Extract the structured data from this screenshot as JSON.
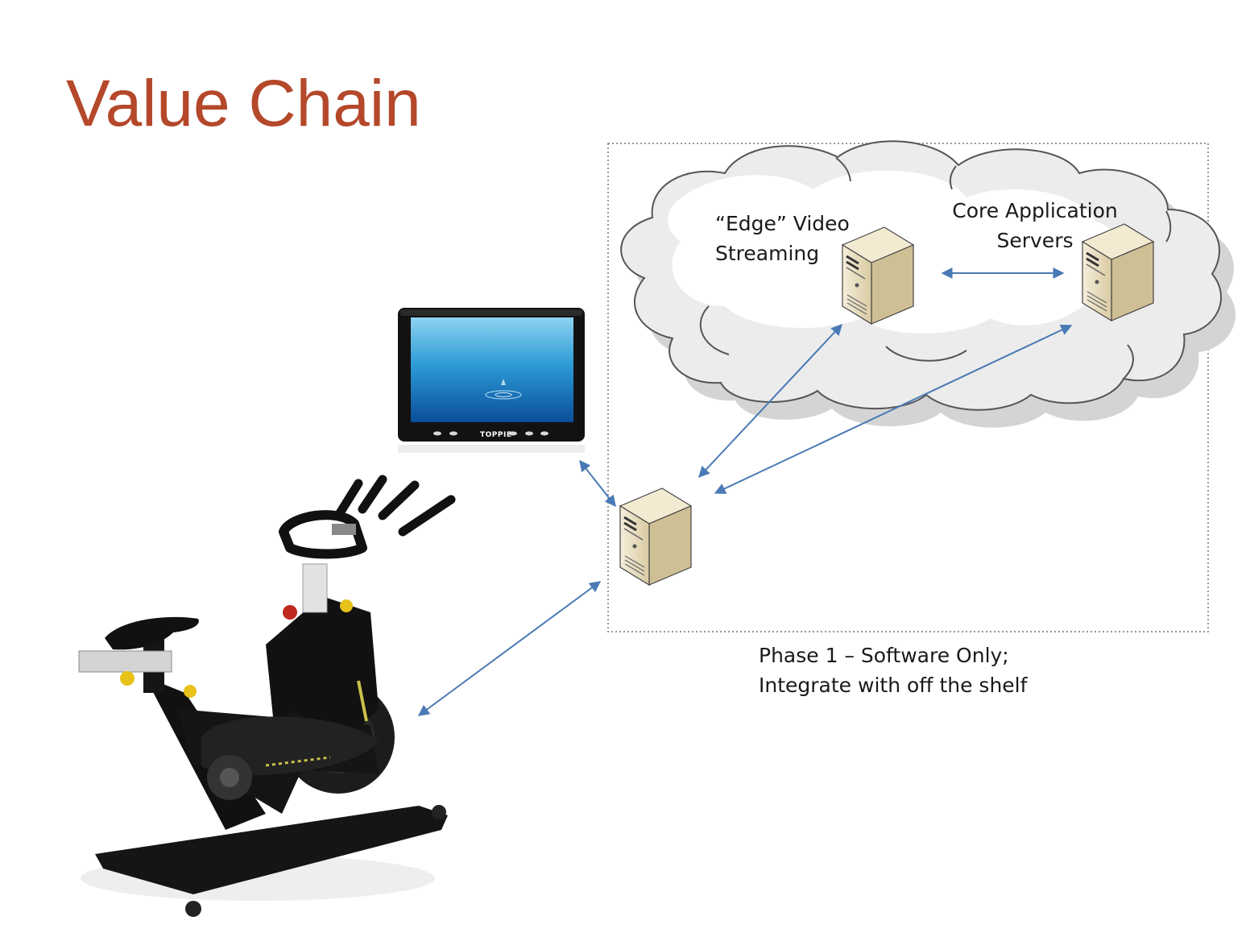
{
  "slide": {
    "title": "Value Chain",
    "title_color": "#b4482a"
  },
  "labels": {
    "edge": {
      "line1": "“Edge” Video",
      "line2": "Streaming"
    },
    "core": {
      "line1": "Core Application",
      "line2": "Servers"
    },
    "phase": {
      "line1": "Phase 1 – Software Only;",
      "line2": "Integrate with off the shelf"
    }
  },
  "monitor": {
    "brand": "TOPPIE"
  },
  "colors": {
    "arrow": "#4a7ab5",
    "cloud_stroke": "#555555",
    "cloud_fill": "#e9e9e9",
    "server_body": "#ebdfc0",
    "bike_frame": "#111111",
    "bike_accent": "#e6c21a"
  },
  "icons": [
    "monitor-icon",
    "exercise-bike-icon",
    "server-icon",
    "cloud-icon",
    "double-arrow-icon"
  ]
}
